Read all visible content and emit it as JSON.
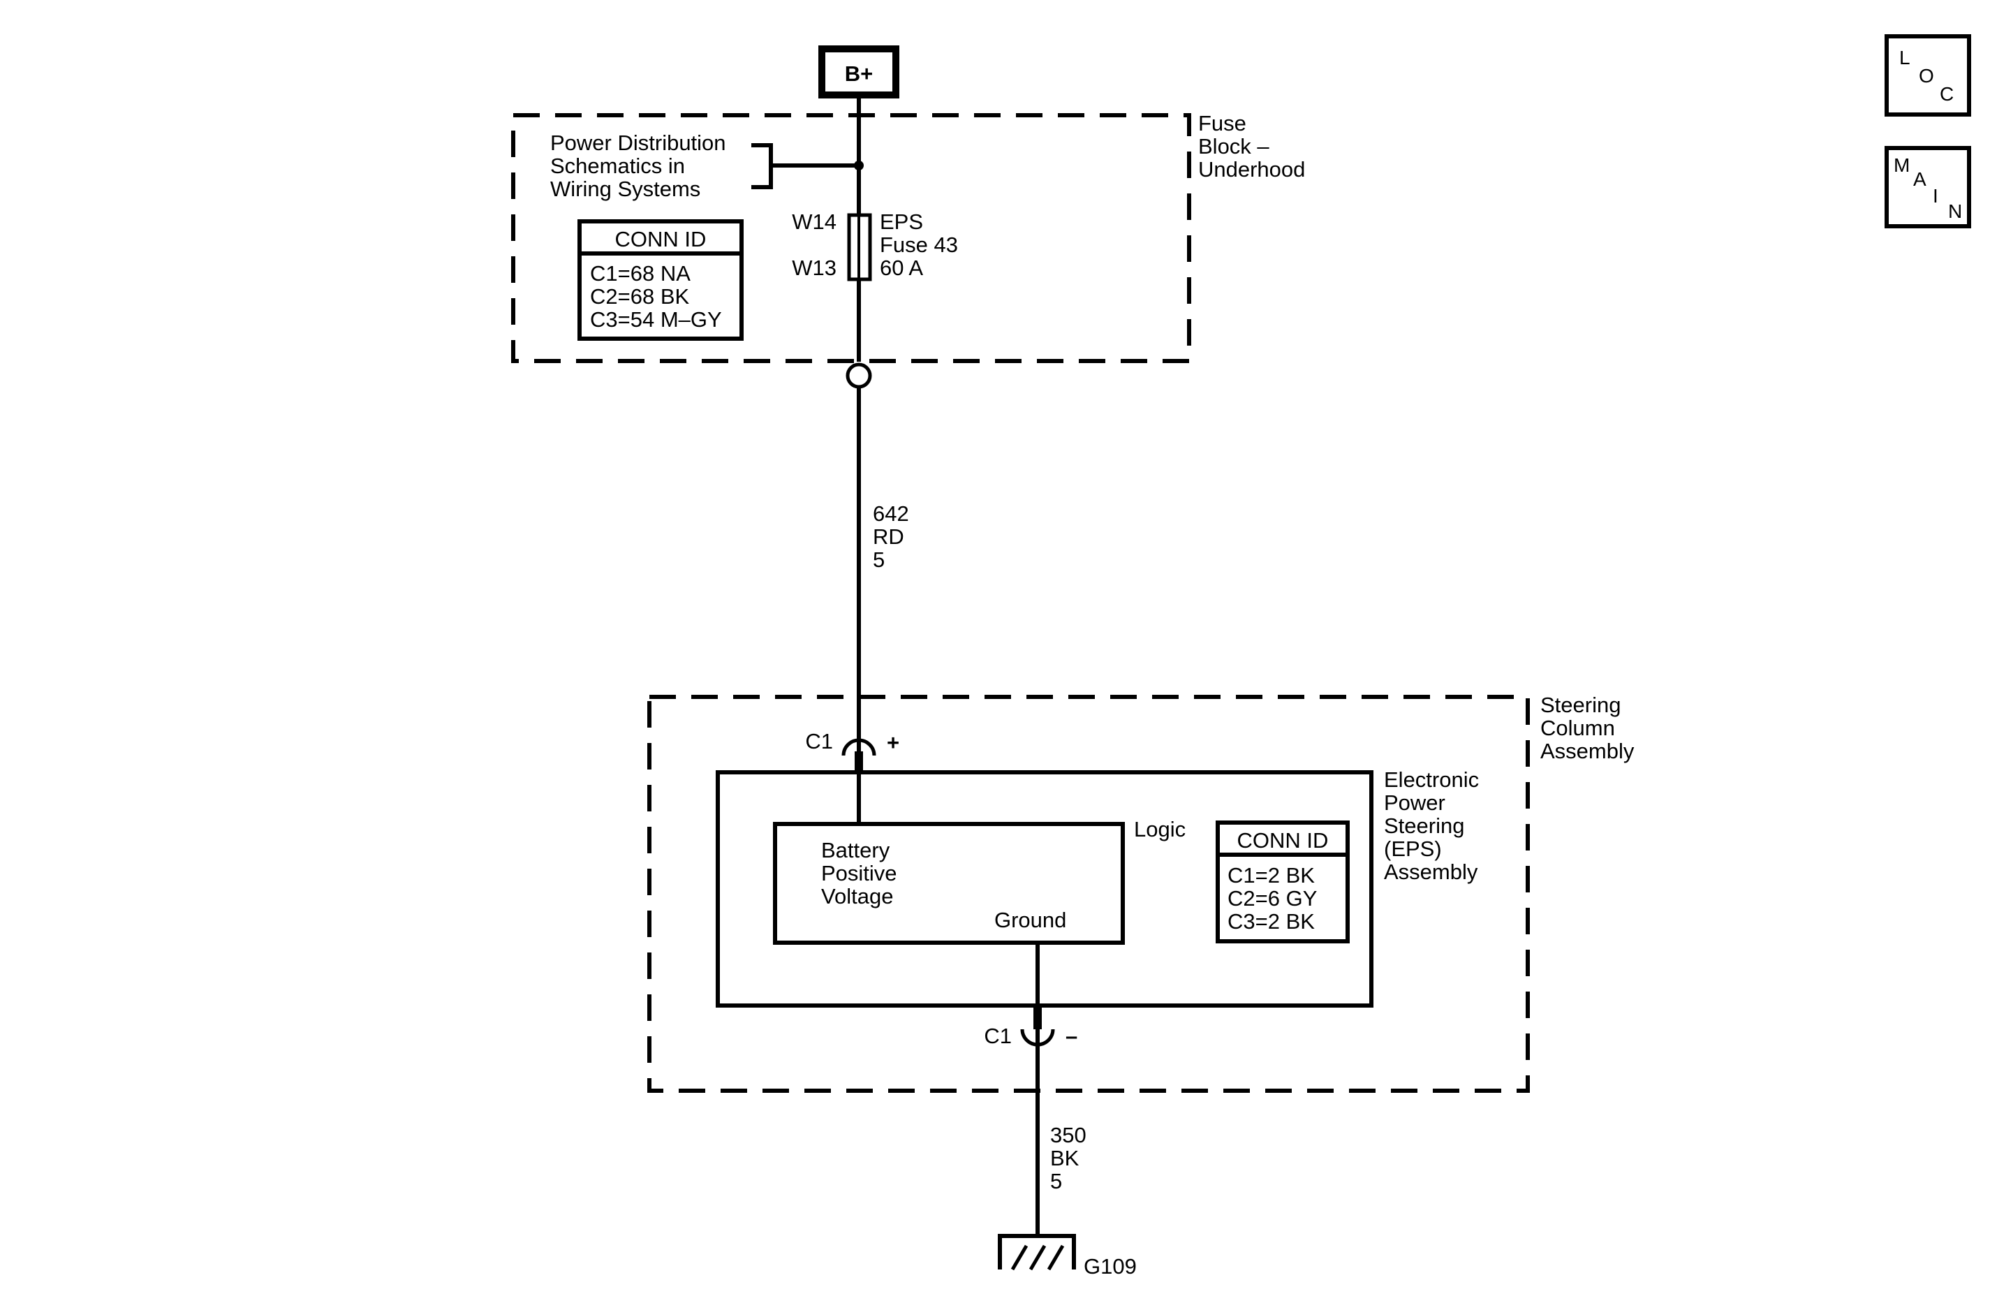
{
  "power_source": {
    "label": "B+"
  },
  "fuse_block": {
    "name_lines": [
      "Fuse",
      "Block –",
      "Underhood"
    ],
    "power_distribution_lines": [
      "Power Distribution",
      "Schematics in",
      "Wiring Systems"
    ],
    "conn_id": {
      "title": "CONN ID",
      "rows": [
        "C1=68 NA",
        "C2=68 BK",
        "C3=54 M–GY"
      ]
    },
    "fuse": {
      "top_terminal": "W14",
      "bottom_terminal": "W13",
      "label_lines": [
        "EPS",
        "Fuse 43",
        "60 A"
      ]
    }
  },
  "wire_power": {
    "lines": [
      "642",
      "RD",
      "5"
    ]
  },
  "steering_column": {
    "name_lines": [
      "Steering",
      "Column",
      "Assembly"
    ],
    "connector_top": {
      "label": "C1",
      "polarity": "+"
    },
    "connector_bottom": {
      "label": "C1",
      "polarity": "–"
    }
  },
  "eps_assembly": {
    "name_lines": [
      "Electronic",
      "Power",
      "Steering",
      "(EPS)",
      "Assembly"
    ],
    "logic": {
      "label": "Logic",
      "input_lines": [
        "Battery",
        "Positive",
        "Voltage"
      ],
      "ground_label": "Ground"
    },
    "conn_id": {
      "title": "CONN ID",
      "rows": [
        "C1=2 BK",
        "C2=6 GY",
        "C3=2 BK"
      ]
    }
  },
  "wire_ground": {
    "lines": [
      "350",
      "BK",
      "5"
    ]
  },
  "ground": {
    "label": "G109"
  },
  "nav": {
    "loc": [
      "L",
      "O",
      "C"
    ],
    "main": [
      "M",
      "A",
      "I",
      "N"
    ]
  }
}
